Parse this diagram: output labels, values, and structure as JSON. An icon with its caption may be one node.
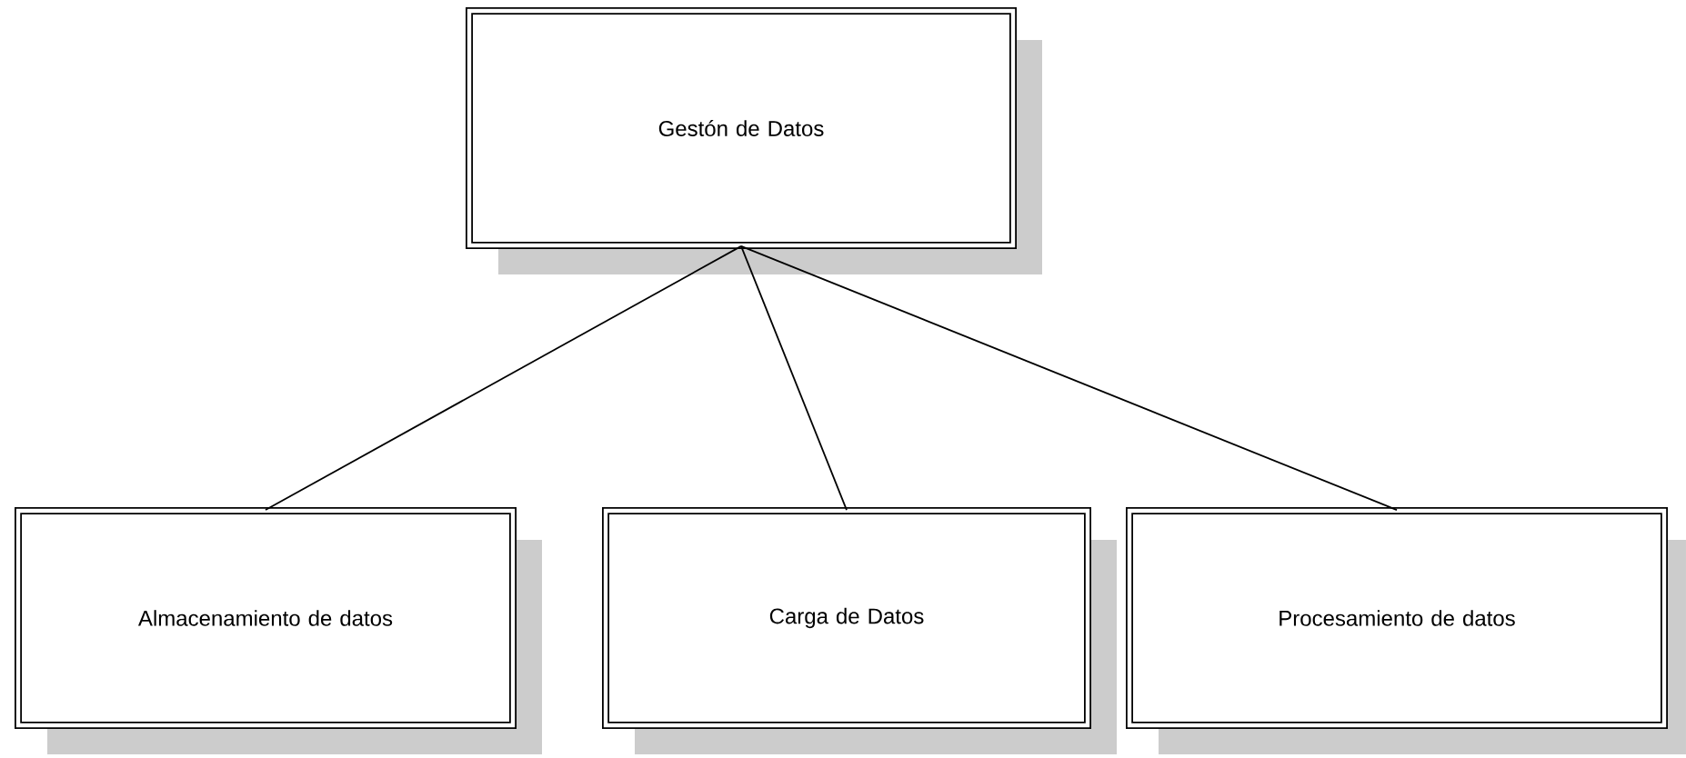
{
  "diagram": {
    "nodes": [
      {
        "text": [
          "Gestón de Datos"
        ]
      },
      {
        "text": [
          "Almacenamiento de datos"
        ]
      },
      {
        "text": [
          "Carga de Datos"
        ]
      },
      {
        "text": [
          "Procesamiento de datos"
        ]
      }
    ],
    "edges": [
      {
        "from": 0,
        "to": 1,
        "arrow": "none"
      },
      {
        "from": 0,
        "to": 2,
        "arrow": "none"
      },
      {
        "from": 0,
        "to": 3,
        "arrow": "none"
      }
    ]
  }
}
